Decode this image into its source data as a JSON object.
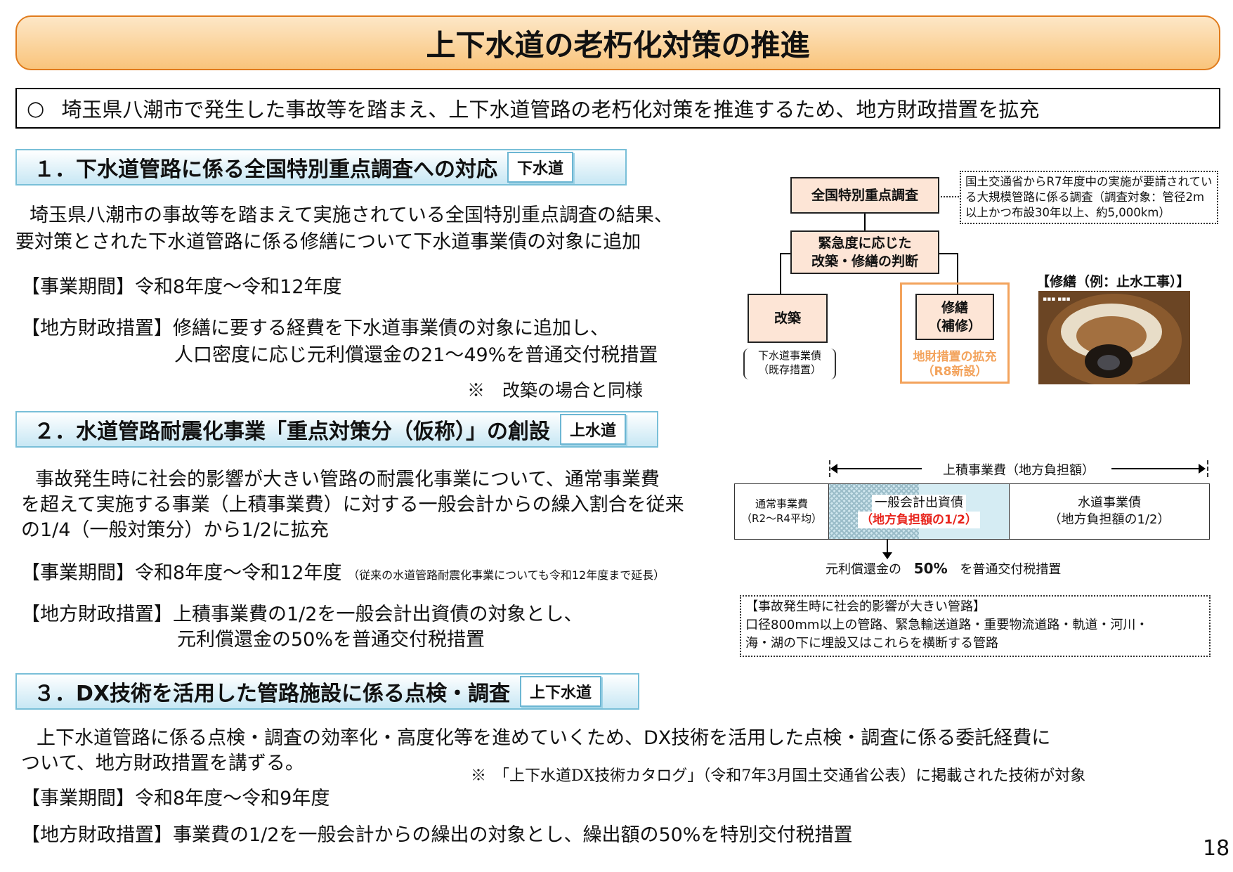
{
  "title": "上下水道の老朽化対策の推進",
  "summary": {
    "bullet": "○",
    "text": "埼玉県八潮市で発生した事故等を踏まえ、上下水道管路の老朽化対策を推進するため、地方財政措置を拡充"
  },
  "section1": {
    "heading": "１．下水道管路に係る全国特別重点調査への対応",
    "tag": "下水道",
    "body_line1": "埼玉県八潮市の事故等を踏まえて実施されている全国特別重点調査の結果、",
    "body_line2": "要対策とされた下水道管路に係る修繕について下水道事業債の対象に追加",
    "period_label": "【事業期間】",
    "period_value": "令和8年度～令和12年度",
    "finance_label": "【地方財政措置】",
    "finance_line1": "修繕に要する経費を下水道事業債の対象に追加し、",
    "finance_line2": "人口密度に応じ元利償還金の21～49%を普通交付税措置",
    "note": "※　改築の場合と同様",
    "diagram": {
      "survey": "全国特別重点調査",
      "survey_note": "国土交通省からR7年度中の実施が要請されている大規模管路に係る調査（調査対象：管径2m以上かつ布設30年以上、約5,000km）",
      "judge": "緊急度に応じた改築・修繕の判断",
      "judge_line1": "緊急度に応じた",
      "judge_line2": "改築・修繕の判断",
      "rebuild": "改築",
      "rebuild_note_line1": "下水道事業債",
      "rebuild_note_line2": "（既存措置）",
      "repair_line1": "修繕",
      "repair_line2": "（補修）",
      "repair_note_line1": "地財措置の拡充",
      "repair_note_line2": "（R8新設）",
      "photo_caption": "【修繕（例：止水工事）】"
    }
  },
  "section2": {
    "heading": "２．水道管路耐震化事業「重点対策分（仮称）」の創設",
    "tag": "上水道",
    "body_line1": "事故発生時に社会的影響が大きい管路の耐震化事業について、通常事業費",
    "body_line2": "を超えて実施する事業（上積事業費）に対する一般会計からの繰入割合を従来",
    "body_line3": "の1/4（一般対策分）から1/2に拡充",
    "period_label": "【事業期間】",
    "period_value": "令和8年度～令和12年度",
    "period_note": "（従来の水道管路耐震化事業についても令和12年度まで延長）",
    "finance_label": "【地方財政措置】",
    "finance_line1": "上積事業費の1/2を一般会計出資債の対象とし、",
    "finance_line2": "元利償還金の50%を普通交付税措置",
    "diagram": {
      "range_label": "上積事業費（地方負担額）",
      "normal_line1": "通常事業費",
      "normal_line2": "（R2～R4平均）",
      "general_line1": "一般会計出資債",
      "general_line2": "（地方負担額の1/2）",
      "water_line1": "水道事業債",
      "water_line2": "（地方負担額の1/2）",
      "repay_prefix": "元利償還金の",
      "repay_pct": "50%",
      "repay_suffix": "を普通交付税措置",
      "impact_line1": "【事故発生時に社会的影響が大きい管路】",
      "impact_line2": "口径800mm以上の管路、緊急輸送道路・重要物流道路・軌道・河川・",
      "impact_line3": "海・湖の下に埋設又はこれらを横断する管路"
    }
  },
  "section3": {
    "heading": "３．DX技術を活用した管路施設に係る点検・調査",
    "tag": "上下水道",
    "body_line1": "上下水道管路に係る点検・調査の効率化・高度化等を進めていくため、DX技術を活用した点検・調査に係る委託経費に",
    "body_line2": "ついて、地方財政措置を講ずる。",
    "note": "※　「上下水道DX技術カタログ」（令和7年3月国土交通省公表）に掲載された技術が対象",
    "period_label": "【事業期間】",
    "period_value": "令和8年度～令和9年度",
    "finance_label": "【地方財政措置】",
    "finance_text": "事業費の1/2を一般会計からの繰出の対象とし、繰出額の50%を特別交付税措置"
  },
  "page_number": "18",
  "colors": {
    "title_border": "#e07b1c",
    "accent_red": "#e8231b",
    "orange_box": "#f3a35c",
    "section_blue": "#79bfd8"
  }
}
